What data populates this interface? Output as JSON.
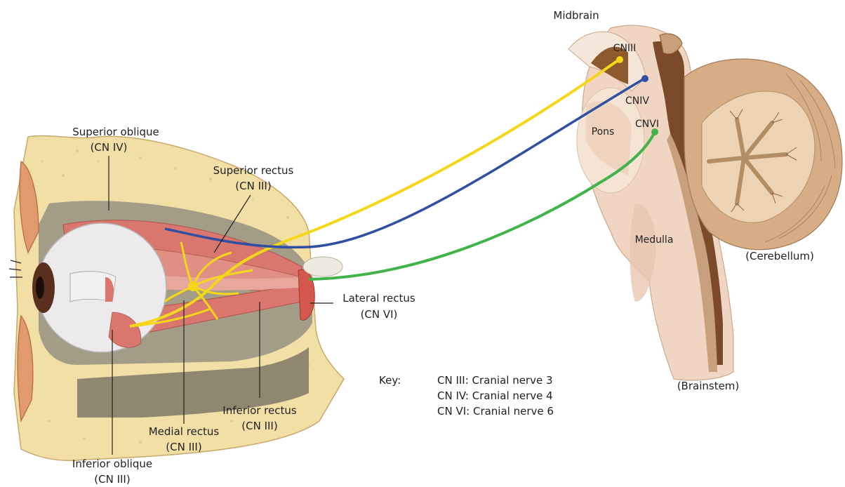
{
  "colors": {
    "cn3": "#f4d719",
    "cn4": "#2f4fa2",
    "cn6": "#42b34a",
    "bone": "#f2dfa6",
    "muscle": "#d9776f",
    "brainstem": "#f0d6c2",
    "cerebellum": "#d6ad85"
  },
  "icons": [
    "eye-orbit-illustration",
    "brainstem-illustration",
    "cerebellum-illustration"
  ],
  "labels": {
    "superior_oblique": [
      "Superior oblique",
      "(CN IV)"
    ],
    "superior_rectus": [
      "Superior rectus",
      "(CN III)"
    ],
    "lateral_rectus": [
      "Lateral rectus",
      "(CN VI)"
    ],
    "inferior_rectus": [
      "Inferior rectus",
      "(CN III)"
    ],
    "medial_rectus": [
      "Medial rectus",
      "(CN III)"
    ],
    "inferior_oblique": [
      "Inferior oblique",
      "(CN III)"
    ],
    "midbrain": "Midbrain",
    "pons": "Pons",
    "medulla": "Medulla",
    "brainstem": "(Brainstem)",
    "cerebellum": "(Cerebellum)"
  },
  "nerves": {
    "cn3": "CNIII",
    "cn4": "CNIV",
    "cn6": "CNVI"
  },
  "key": {
    "title": "Key:",
    "items": [
      "CN III: Cranial nerve 3",
      "CN IV: Cranial nerve 4",
      "CN VI: Cranial nerve 6"
    ]
  }
}
